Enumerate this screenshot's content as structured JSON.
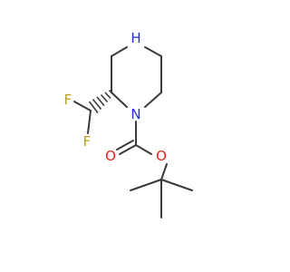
{
  "molecule": {
    "atom_labels": {
      "nh": "H",
      "n_nh": "N",
      "n_boc": "N",
      "f_upper": "F",
      "f_lower": "F",
      "o_carbonyl": "O",
      "o_ester": "O"
    }
  },
  "colors": {
    "bond": "#3a3a3a",
    "nitrogen": "#2a2ad6",
    "oxygen": "#e0241b",
    "fluorine": "#b8a020"
  }
}
